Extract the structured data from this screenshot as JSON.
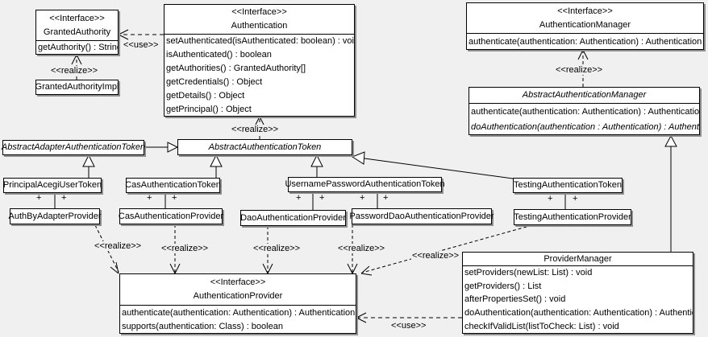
{
  "labels": {
    "use": "<<use>>",
    "realize": "<<realize>>",
    "plus": "+",
    "interface_stereotype": "<<Interface>>"
  },
  "colors": {
    "background": "#f0f0f0",
    "box_fill": "#ffffff",
    "box_border": "#000000",
    "box_shadow": "#8f8f8f",
    "line": "#000000"
  },
  "classes": {
    "granted_authority": {
      "stereotype": "<<Interface>>",
      "name": "GrantedAuthority",
      "methods": [
        "getAuthority() : String"
      ]
    },
    "granted_authority_impl": {
      "name": "GrantedAuthorityImpl"
    },
    "authentication": {
      "stereotype": "<<Interface>>",
      "name": "Authentication",
      "methods": [
        "setAuthenticated(isAuthenticated: boolean) : void",
        "isAuthenticated() : boolean",
        "getAuthorities() : GrantedAuthority[]",
        "getCredentials() : Object",
        "getDetails() : Object",
        "getPrincipal() : Object"
      ]
    },
    "authentication_manager": {
      "stereotype": "<<Interface>>",
      "name": "AuthenticationManager",
      "methods": [
        "authenticate(authentication: Authentication) : Authentication"
      ]
    },
    "abstract_authentication_manager": {
      "name": "AbstractAuthenticationManager",
      "methods": [
        "authenticate(authentication: Authentication) : Authentication",
        "doAuthentication(authentication : Authentication) : Authentication"
      ]
    },
    "abstract_adapter_authentication_token": {
      "name": "AbstractAdapterAuthenticationToken"
    },
    "abstract_authentication_token": {
      "name": "AbstractAuthenticationToken"
    },
    "principal_acegi_user_token": {
      "name": "PrincipalAcegiUserToken"
    },
    "cas_authentication_token": {
      "name": "CasAuthenticationToken"
    },
    "username_password_authentication_token": {
      "name": "UsernamePasswordAuthenticationToken"
    },
    "testing_authentication_token": {
      "name": "TestingAuthenticationToken"
    },
    "auth_by_adapter_provider": {
      "name": "AuthByAdapterProvider"
    },
    "cas_authentication_provider": {
      "name": "CasAuthenticationProvider"
    },
    "dao_authentication_provider": {
      "name": "DaoAuthenticationProvider"
    },
    "password_dao_authentication_provider": {
      "name": "PasswordDaoAuthenticationProvider"
    },
    "testing_authentication_provider": {
      "name": "TestingAuthenticationProvider"
    },
    "authentication_provider": {
      "stereotype": "<<Interface>>",
      "name": "AuthenticationProvider",
      "methods": [
        "authenticate(authentication: Authentication) : Authentication",
        "supports(authentication: Class) : boolean"
      ]
    },
    "provider_manager": {
      "name": "ProviderManager",
      "methods": [
        "setProviders(newList: List) : void",
        "getProviders() : List",
        "afterPropertiesSet() : void",
        "doAuthentication(authentication: Authentication) : Authentication",
        "checkIfValidList(listToCheck: List) : void"
      ]
    }
  }
}
